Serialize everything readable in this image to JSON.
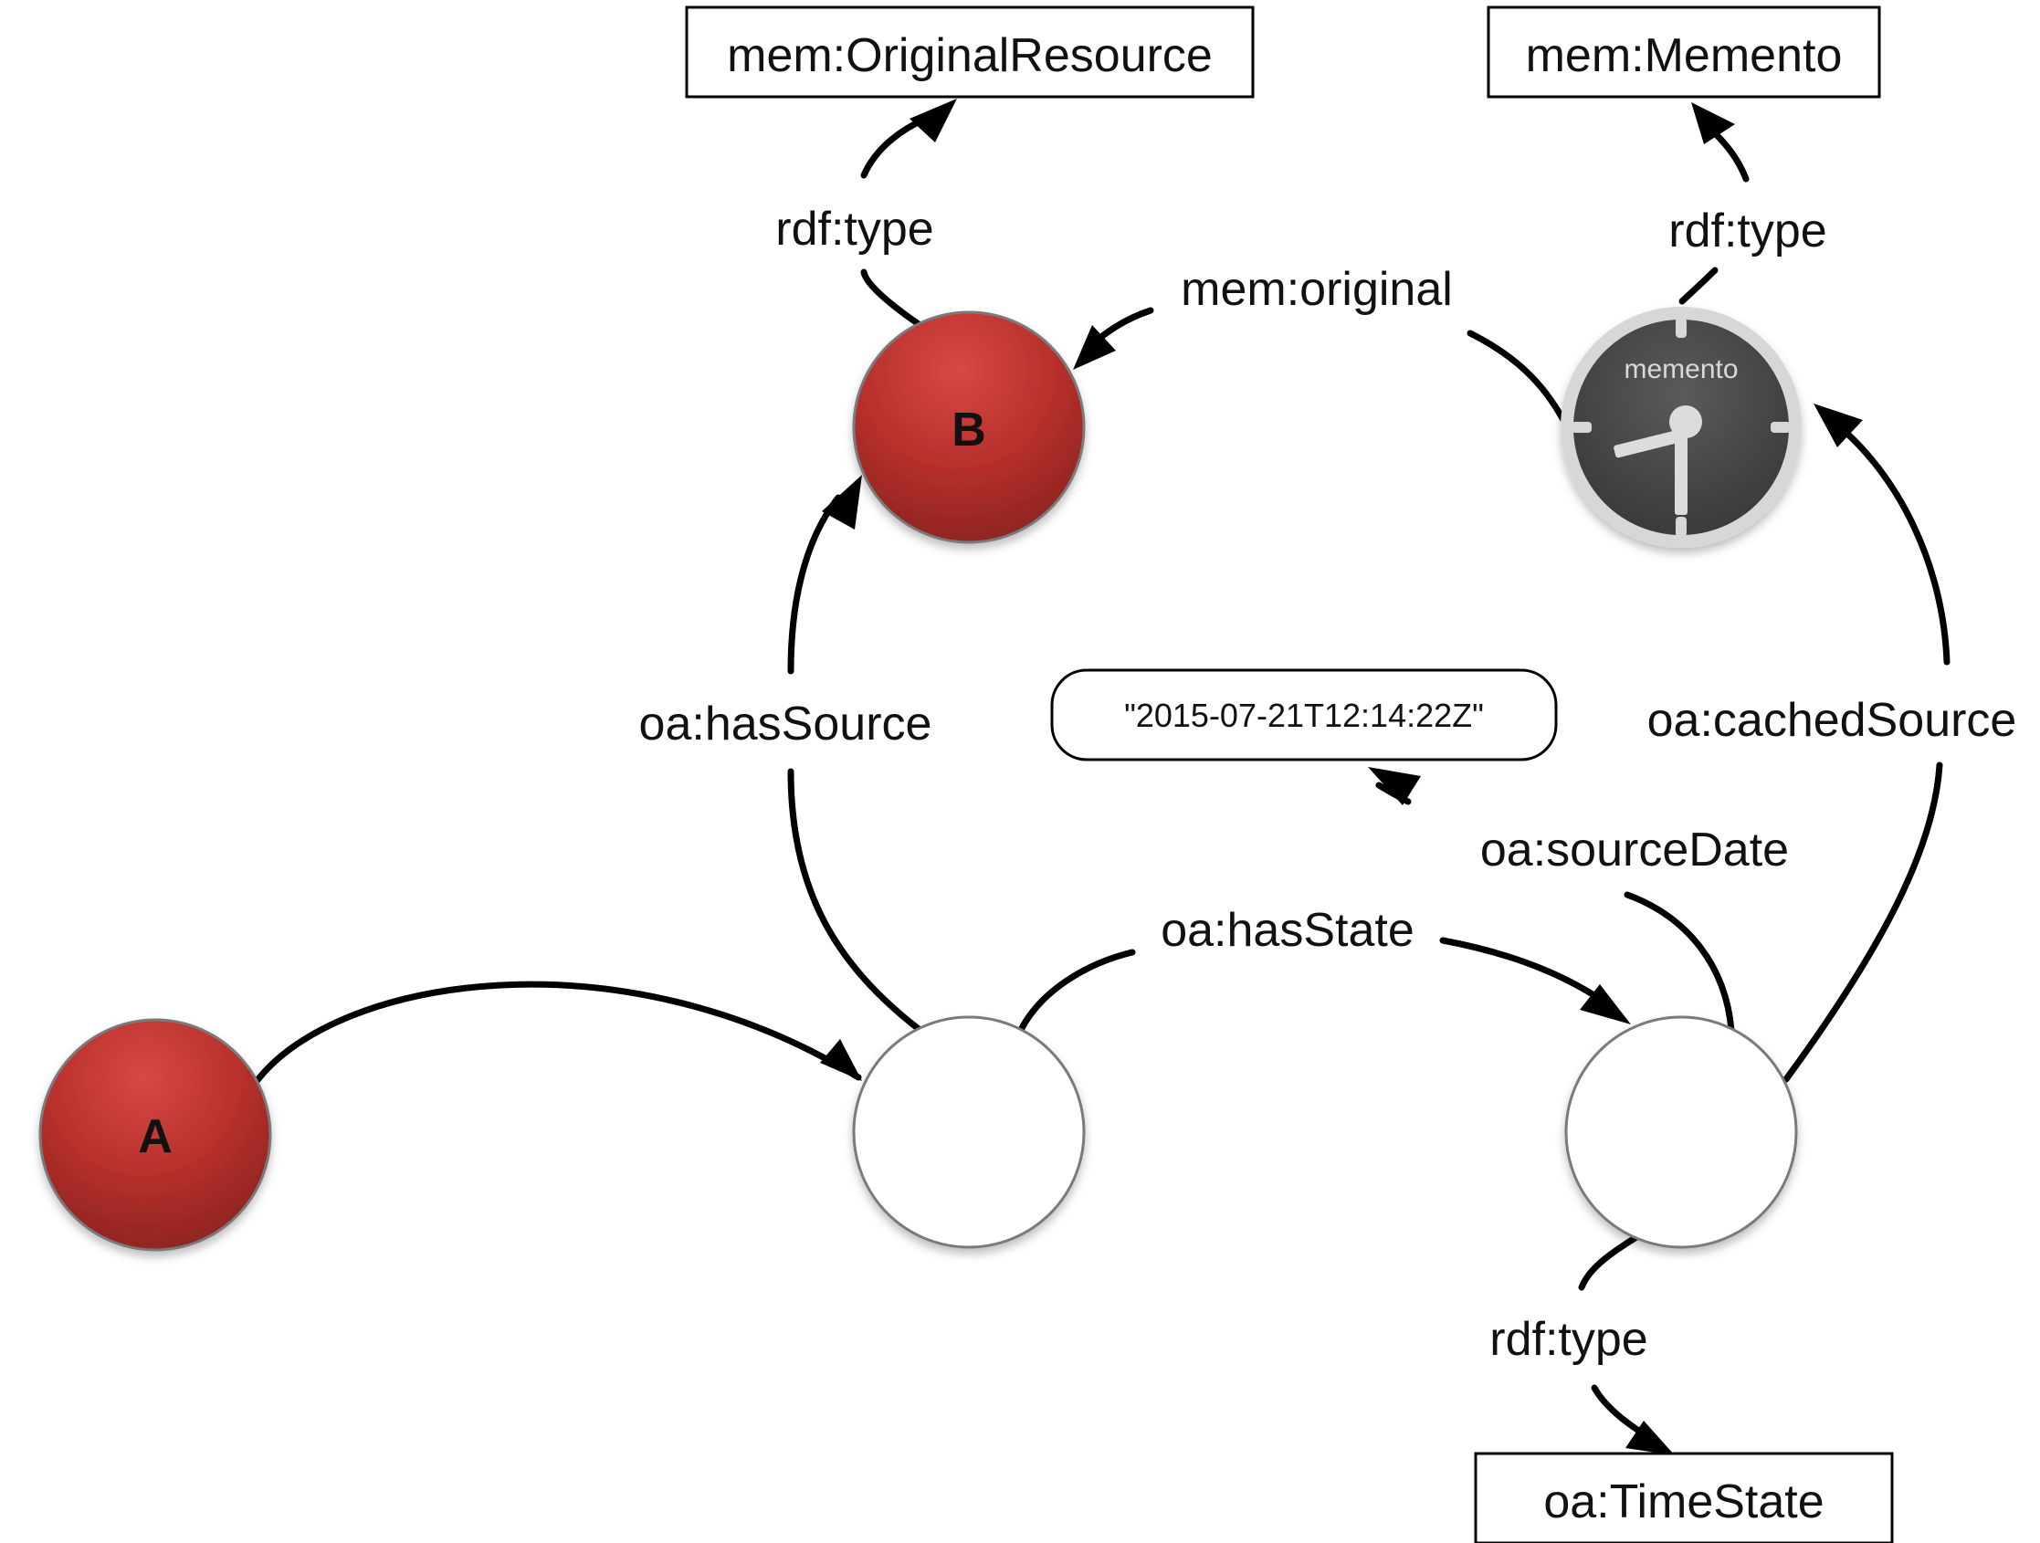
{
  "nodes": {
    "a": {
      "label": "A"
    },
    "b": {
      "label": "B"
    },
    "memento": {
      "icon_text": "memento",
      "icon": "memento-clock-icon"
    }
  },
  "classes": {
    "original_resource": "mem:OriginalResource",
    "memento": "mem:Memento",
    "time_state": "oa:TimeState"
  },
  "literal": {
    "source_date": "\"2015-07-21T12:14:22Z\""
  },
  "edges": {
    "b_type": "rdf:type",
    "memento_type": "rdf:type",
    "original": "mem:original",
    "has_source": "oa:hasSource",
    "cached_source": "oa:cachedSource",
    "source_date": "oa:sourceDate",
    "has_state": "oa:hasState",
    "state_type": "rdf:type"
  },
  "colors": {
    "node_red": "#c0302c",
    "node_red_highlight": "#d64540",
    "node_red_dark": "#8e2220",
    "node_outline": "#7a7a7a",
    "blank_node_fill": "#ffffff",
    "memento_dial": "#4a4a4a",
    "memento_rim": "#d8d8d8"
  }
}
